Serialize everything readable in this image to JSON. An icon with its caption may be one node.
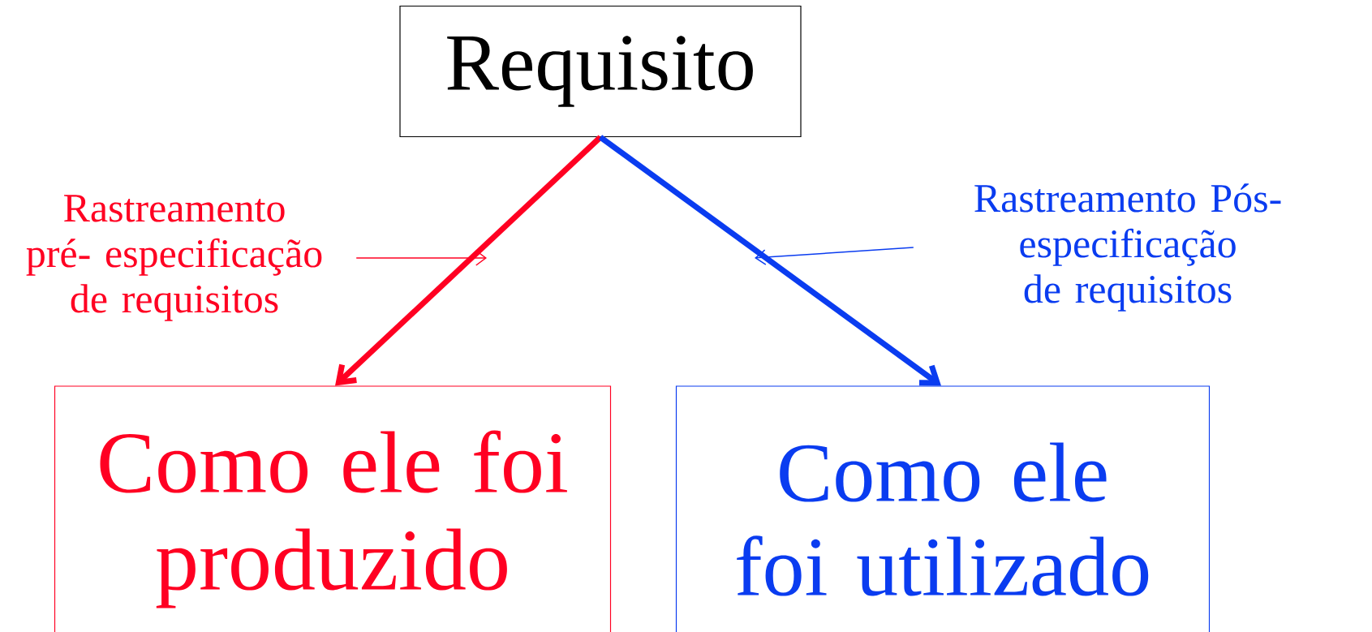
{
  "diagram": {
    "nodes": [
      {
        "text": [
          "Requisito"
        ]
      },
      {
        "text": [
          "Rastreamento pré- especificação de requisitos"
        ]
      },
      {
        "text": [
          "Rastreamento Pós- especificação de requisitos"
        ]
      },
      {
        "text": [
          "Como ele foi produzido"
        ]
      },
      {
        "text": [
          "Como ele foi utilizado"
        ]
      }
    ],
    "edges": [
      {
        "from": 0,
        "to": 3,
        "arrow": "to",
        "style": "thick",
        "color": "#ff0022"
      },
      {
        "from": 0,
        "to": 4,
        "arrow": "to",
        "style": "thick",
        "color": "#0a3cf0"
      },
      {
        "from": 1,
        "to": null,
        "arrow": "to",
        "color": "#ff0022"
      },
      {
        "from": 2,
        "to": null,
        "arrow": "to",
        "color": "#0a3cf0"
      }
    ]
  }
}
